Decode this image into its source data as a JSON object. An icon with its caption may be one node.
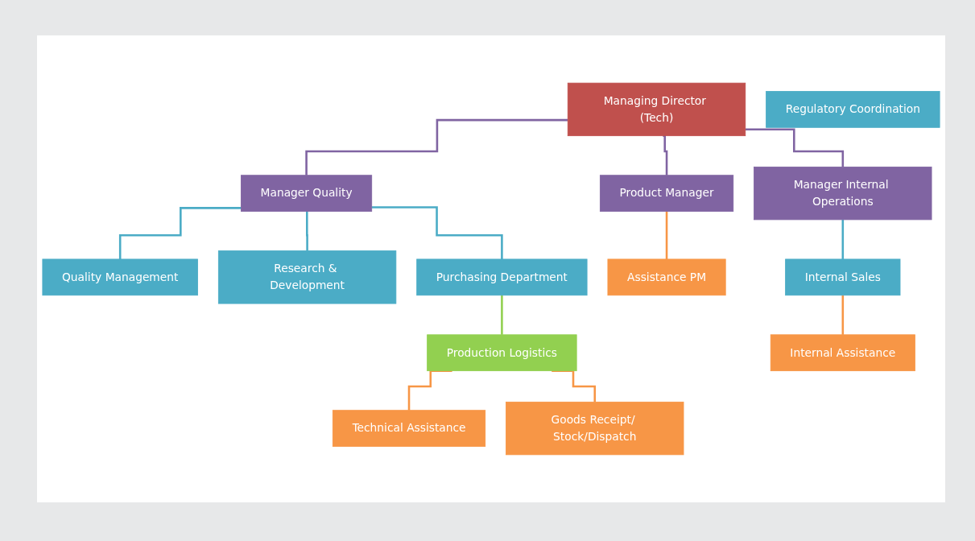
{
  "diagram": {
    "nodes": [
      {
        "text": [
          "Managing Director (Tech)"
        ]
      },
      {
        "text": [
          "Manager Quality"
        ]
      },
      {
        "text": [
          "Product Manager"
        ]
      },
      {
        "text": [
          "Manager Internal Operations"
        ]
      },
      {
        "text": [
          "Quality Management"
        ]
      },
      {
        "text": [
          "Research & Development"
        ]
      },
      {
        "text": [
          "Purchasing Department"
        ]
      },
      {
        "text": [
          "Regulatory Coordination"
        ]
      },
      {
        "text": [
          "Production Logistics"
        ]
      },
      {
        "text": [
          "Technical Assistance"
        ]
      },
      {
        "text": [
          "Goods Receipt/ Stock/Dispatch"
        ]
      },
      {
        "text": [
          "Assistance PM"
        ]
      },
      {
        "text": [
          "Internal Sales"
        ]
      },
      {
        "text": [
          "Internal Assistance"
        ]
      }
    ],
    "edges": [
      {
        "from": 0,
        "to": 1,
        "arrow": "none",
        "color": "#8064a2"
      },
      {
        "from": 0,
        "to": 2,
        "arrow": "none",
        "color": "#8064a2"
      },
      {
        "from": 0,
        "to": 3,
        "arrow": "none",
        "color": "#8064a2"
      },
      {
        "from": 1,
        "to": 4,
        "arrow": "none",
        "color": "#4bacc6"
      },
      {
        "from": 1,
        "to": 5,
        "arrow": "none",
        "color": "#4bacc6"
      },
      {
        "from": 1,
        "to": 6,
        "arrow": "none",
        "color": "#4bacc6"
      },
      {
        "from": 6,
        "to": 8,
        "arrow": "none",
        "color": "#92d050"
      },
      {
        "from": 8,
        "to": 9,
        "arrow": "none",
        "color": "#f79646"
      },
      {
        "from": 8,
        "to": 10,
        "arrow": "none",
        "color": "#f79646"
      },
      {
        "from": 2,
        "to": 11,
        "arrow": "none",
        "color": "#f79646"
      },
      {
        "from": 3,
        "to": 12,
        "arrow": "none",
        "color": "#4bacc6"
      },
      {
        "from": 12,
        "to": 13,
        "arrow": "none",
        "color": "#f79646"
      }
    ]
  }
}
